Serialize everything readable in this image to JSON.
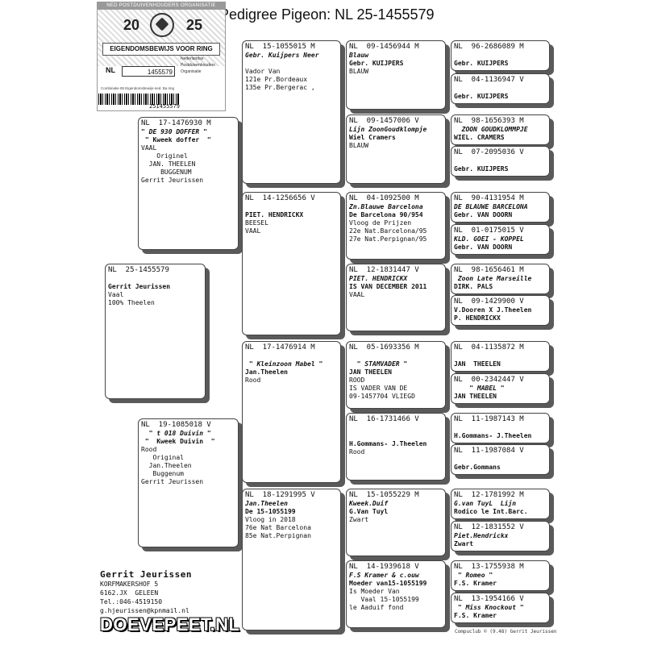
{
  "title": "Pedigree Pigeon: NL 25-1455579",
  "certificate": {
    "header": "NED POSTDUIVENHOUDERS ORGANISATIE",
    "year_left": "20",
    "year_right": "25",
    "banner": "EIGENDOMSBEWIJS VOOR RING",
    "country": "NL",
    "ring": "1455579",
    "side_labels": [
      "Nederlandse",
      "Postduivenhouders",
      "Organisatie"
    ],
    "small_text": "Combinatie 85 Eigendomsbewijs-ned. Ba ring",
    "barcode_number": "251455579"
  },
  "boxes": [
    {
      "id": "subject",
      "lines": [
        {
          "t": "NL  25-1455579",
          "s": "ring"
        },
        {
          "t": "",
          "s": ""
        },
        {
          "t": "Gerrit Jeurissen",
          "s": "b"
        },
        {
          "t": "Vaal",
          "s": ""
        },
        {
          "t": "100% Theelen",
          "s": ""
        }
      ]
    },
    {
      "id": "father",
      "lines": [
        {
          "t": "NL  17-1476930 M",
          "s": "ring"
        },
        {
          "t": "\" DE 930 DOFFER \"",
          "s": "i"
        },
        {
          "t": " \" Kweek doffer  \"",
          "s": "b"
        },
        {
          "t": "VAAL",
          "s": ""
        },
        {
          "t": "    Originel",
          "s": ""
        },
        {
          "t": "  JAN. THEELEN",
          "s": ""
        },
        {
          "t": "     BUGGENUM",
          "s": ""
        },
        {
          "t": "Gerrit Jeurissen",
          "s": ""
        }
      ]
    },
    {
      "id": "mother",
      "lines": [
        {
          "t": "NL  19-1085018 V",
          "s": "ring"
        },
        {
          "t": "  \" t 018 Duivin \"",
          "s": "i"
        },
        {
          "t": " \"  Kweek Duivin  \"",
          "s": "b"
        },
        {
          "t": "Rood",
          "s": ""
        },
        {
          "t": "   Original",
          "s": ""
        },
        {
          "t": "  Jan.Theelen",
          "s": ""
        },
        {
          "t": "   Buggenum",
          "s": ""
        },
        {
          "t": "Gerrit Jeurissen",
          "s": ""
        }
      ]
    },
    {
      "id": "ff",
      "lines": [
        {
          "t": "NL  15-1055015 M",
          "s": "ring"
        },
        {
          "t": "Gebr. Kuijpers Neer",
          "s": "i"
        },
        {
          "t": "",
          "s": ""
        },
        {
          "t": "Vador Van",
          "s": ""
        },
        {
          "t": "121e Pr.Bordeaux",
          "s": ""
        },
        {
          "t": "135e Pr.Bergerac ,",
          "s": ""
        }
      ]
    },
    {
      "id": "fm",
      "lines": [
        {
          "t": "NL  14-1256656 V",
          "s": "ring"
        },
        {
          "t": "",
          "s": ""
        },
        {
          "t": "PIET. HENDRICKX",
          "s": "b"
        },
        {
          "t": "BEESEL",
          "s": ""
        },
        {
          "t": "VAAL",
          "s": ""
        }
      ]
    },
    {
      "id": "mf",
      "lines": [
        {
          "t": "NL  17-1476914 M",
          "s": "ring"
        },
        {
          "t": "",
          "s": ""
        },
        {
          "t": " \" Kleinzoon Mabel \"",
          "s": "i"
        },
        {
          "t": "Jan.Theelen",
          "s": "b"
        },
        {
          "t": "Rood",
          "s": ""
        }
      ]
    },
    {
      "id": "mm",
      "lines": [
        {
          "t": "NL  18-1291995 V",
          "s": "ring"
        },
        {
          "t": "Jan.Theelen",
          "s": "i"
        },
        {
          "t": "De 15-1055199",
          "s": "b"
        },
        {
          "t": "Vloog in 2018",
          "s": ""
        },
        {
          "t": "76e Nat Barcelona",
          "s": ""
        },
        {
          "t": "85e Nat.Perpignan",
          "s": ""
        }
      ]
    },
    {
      "id": "fff",
      "lines": [
        {
          "t": "NL  09-1456944 M",
          "s": "ring"
        },
        {
          "t": "Blauw",
          "s": "i"
        },
        {
          "t": "Gebr. KUIJPERS",
          "s": "b"
        },
        {
          "t": "BLAUW",
          "s": ""
        }
      ]
    },
    {
      "id": "ffm",
      "lines": [
        {
          "t": "NL  09-1457006 V",
          "s": "ring"
        },
        {
          "t": "Lijn ZoonGoudklompje",
          "s": "i"
        },
        {
          "t": "Wiel Cramers",
          "s": "b"
        },
        {
          "t": "BLAUW",
          "s": ""
        }
      ]
    },
    {
      "id": "fmf",
      "lines": [
        {
          "t": "NL  04-1092500 M",
          "s": "ring"
        },
        {
          "t": "Zn.Blauwe Barcelona",
          "s": "i"
        },
        {
          "t": "De Barcelona 90/954",
          "s": "b"
        },
        {
          "t": "Vloog de Prijzen",
          "s": ""
        },
        {
          "t": "22e Nat.Barcelona/95",
          "s": ""
        },
        {
          "t": "27e Nat.Perpignan/95",
          "s": ""
        }
      ]
    },
    {
      "id": "fmm",
      "lines": [
        {
          "t": "NL  12-1831447 V",
          "s": "ring"
        },
        {
          "t": "PIET. HENDRICKX",
          "s": "i"
        },
        {
          "t": "IS VAN DECEMBER 2011",
          "s": "b"
        },
        {
          "t": "VAAL",
          "s": ""
        }
      ]
    },
    {
      "id": "mff",
      "lines": [
        {
          "t": "NL  05-1693356 M",
          "s": "ring"
        },
        {
          "t": "",
          "s": ""
        },
        {
          "t": "  \" STAMVADER \"",
          "s": "i"
        },
        {
          "t": "JAN THEELEN",
          "s": "b"
        },
        {
          "t": "ROOD",
          "s": ""
        },
        {
          "t": "IS VADER VAN DE",
          "s": ""
        },
        {
          "t": "09-1457704 VLIEGD",
          "s": ""
        }
      ]
    },
    {
      "id": "mfm",
      "lines": [
        {
          "t": "NL  16-1731466 V",
          "s": "ring"
        },
        {
          "t": "",
          "s": ""
        },
        {
          "t": "",
          "s": ""
        },
        {
          "t": "H.Gommans- J.Theelen",
          "s": "b"
        },
        {
          "t": "Rood",
          "s": ""
        }
      ]
    },
    {
      "id": "mmf",
      "lines": [
        {
          "t": "NL  15-1055229 M",
          "s": "ring"
        },
        {
          "t": "Kweek.Duif",
          "s": "i"
        },
        {
          "t": "G.Van Tuyl",
          "s": "b"
        },
        {
          "t": "Zwart",
          "s": ""
        }
      ]
    },
    {
      "id": "mmm",
      "lines": [
        {
          "t": "NL  14-1939618 V",
          "s": "ring"
        },
        {
          "t": "F.S Kramer & c.ouw",
          "s": "i"
        },
        {
          "t": "Moeder van15-1055199",
          "s": "b"
        },
        {
          "t": "Is Moeder Van",
          "s": ""
        },
        {
          "t": "   Vaal 15-1055199",
          "s": ""
        },
        {
          "t": "le Aaduif fond",
          "s": ""
        }
      ]
    },
    {
      "id": "g1",
      "lines": [
        {
          "t": "NL  96-2686089 M",
          "s": "ring"
        },
        {
          "t": "",
          "s": ""
        },
        {
          "t": "Gebr. KUIJPERS",
          "s": "b"
        }
      ]
    },
    {
      "id": "g2",
      "lines": [
        {
          "t": "NL  04-1136947 V",
          "s": "ring"
        },
        {
          "t": "",
          "s": ""
        },
        {
          "t": "Gebr. KUIJPERS",
          "s": "b"
        }
      ]
    },
    {
      "id": "g3",
      "lines": [
        {
          "t": "NL  98-1656393 M",
          "s": "ring"
        },
        {
          "t": "  ZOON GOUDKLOMMPJE",
          "s": "i"
        },
        {
          "t": "WIEL. CRAMERS",
          "s": "b"
        }
      ]
    },
    {
      "id": "g4",
      "lines": [
        {
          "t": "NL  07-2095036 V",
          "s": "ring"
        },
        {
          "t": "",
          "s": ""
        },
        {
          "t": "Gebr. KUIJPERS",
          "s": "b"
        }
      ]
    },
    {
      "id": "g5",
      "lines": [
        {
          "t": "NL  90-4131954 M",
          "s": "ring"
        },
        {
          "t": "DE BLAUWE BARCELONA",
          "s": "i"
        },
        {
          "t": "Gebr. VAN DOORN",
          "s": "b"
        }
      ]
    },
    {
      "id": "g6",
      "lines": [
        {
          "t": "NL  01-0175015 V",
          "s": "ring"
        },
        {
          "t": "KLD. GOEI - KOPPEL",
          "s": "i"
        },
        {
          "t": "Gebr. VAN DOORN",
          "s": "b"
        }
      ]
    },
    {
      "id": "g7",
      "lines": [
        {
          "t": "NL  98-1656461 M",
          "s": "ring"
        },
        {
          "t": " Zoon Late Marseille",
          "s": "i"
        },
        {
          "t": "DIRK. PALS",
          "s": "b"
        }
      ]
    },
    {
      "id": "g8",
      "lines": [
        {
          "t": "NL  09-1429900 V",
          "s": "ring"
        },
        {
          "t": "V.Dooren X J.Theelen",
          "s": "b"
        },
        {
          "t": "P. HENDRICKX",
          "s": "b"
        }
      ]
    },
    {
      "id": "g9",
      "lines": [
        {
          "t": "NL  04-1135872 M",
          "s": "ring"
        },
        {
          "t": "",
          "s": ""
        },
        {
          "t": "JAN  THEELEN",
          "s": "b"
        }
      ]
    },
    {
      "id": "g10",
      "lines": [
        {
          "t": "NL  00-2342447 V",
          "s": "ring"
        },
        {
          "t": "    \" MABEL \"",
          "s": "i"
        },
        {
          "t": "JAN THEELEN",
          "s": "b"
        }
      ]
    },
    {
      "id": "g11",
      "lines": [
        {
          "t": "NL  11-1987143 M",
          "s": "ring"
        },
        {
          "t": "",
          "s": ""
        },
        {
          "t": "H.Gommans- J.Theelen",
          "s": "b"
        }
      ]
    },
    {
      "id": "g12",
      "lines": [
        {
          "t": "NL  11-1987084 V",
          "s": "ring"
        },
        {
          "t": "",
          "s": ""
        },
        {
          "t": "Gebr.Gommans",
          "s": "b"
        }
      ]
    },
    {
      "id": "g13",
      "lines": [
        {
          "t": "NL  12-1781992 M",
          "s": "ring"
        },
        {
          "t": "G.van TuyL  Lijn",
          "s": "i"
        },
        {
          "t": "Rodico le Int.Barc.",
          "s": "b"
        }
      ]
    },
    {
      "id": "g14",
      "lines": [
        {
          "t": "NL  12-1831552 V",
          "s": "ring"
        },
        {
          "t": "Piet.Hendrickx",
          "s": "i"
        },
        {
          "t": "Zwart",
          "s": "b"
        }
      ]
    },
    {
      "id": "g15",
      "lines": [
        {
          "t": "NL  13-1755938 M",
          "s": "ring"
        },
        {
          "t": " \" Romeo \"",
          "s": "i"
        },
        {
          "t": "F.S. Kramer",
          "s": "b"
        }
      ]
    },
    {
      "id": "g16",
      "lines": [
        {
          "t": "NL  13-1954166 V",
          "s": "ring"
        },
        {
          "t": " \" Miss Knockout \"",
          "s": "i"
        },
        {
          "t": "F.S. Kramer",
          "s": "b"
        }
      ]
    }
  ],
  "breeder": {
    "name": "Gerrit Jeurissen",
    "street": "KORFMAKERSHOF 5",
    "city": "6162.JX  GELEEN",
    "phone": "Tel.:046-4519150",
    "email": "g.hjeurissen@kpnmail.nl"
  },
  "watermark": "DOEVEPEET.NL",
  "footer": "Compuclub © (9.48)  Gerrit Jeurissen"
}
